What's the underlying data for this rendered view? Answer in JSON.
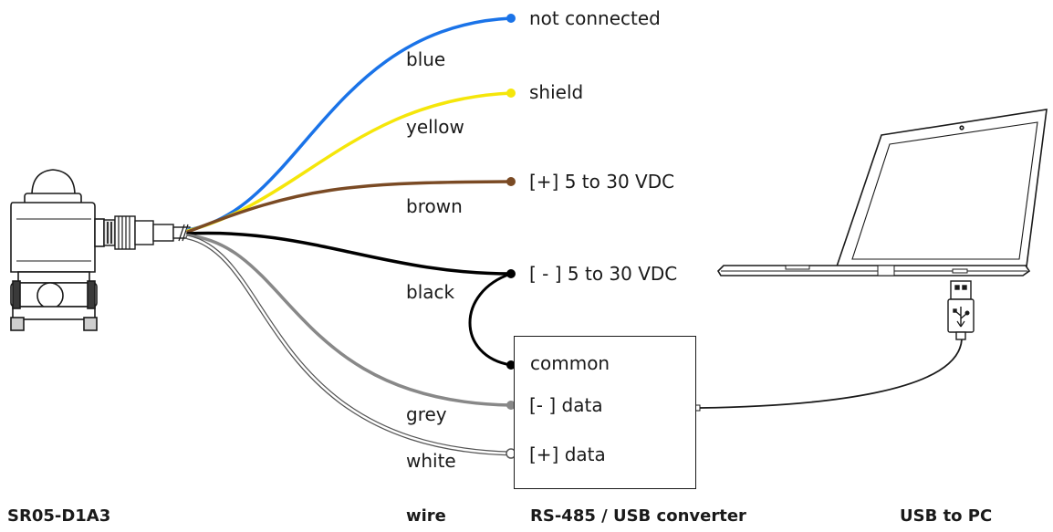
{
  "wires": [
    {
      "name": "blue",
      "color": "#1a73e8",
      "terminal": "not connected"
    },
    {
      "name": "yellow",
      "color": "#f5e60a",
      "terminal": "shield"
    },
    {
      "name": "brown",
      "color": "#7a4a24",
      "terminal": "[+] 5 to 30 VDC"
    },
    {
      "name": "black",
      "color": "#000000",
      "terminal": "[ - ] 5 to 30 VDC"
    },
    {
      "name": "grey",
      "color": "#888888",
      "terminal": "[- ] data"
    },
    {
      "name": "white",
      "color": "#ffffff",
      "terminal": "[+] data"
    }
  ],
  "converter": {
    "common": "common"
  },
  "captions": {
    "sensor": "SR05-D1A3",
    "wire": "wire",
    "converter": "RS-485 / USB converter",
    "pc": "USB to PC"
  }
}
